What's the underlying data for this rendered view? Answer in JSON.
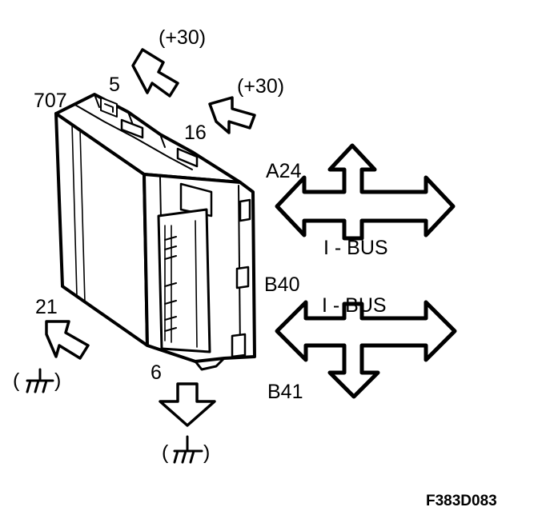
{
  "labels": {
    "pin_707": "707",
    "pin_5": "5",
    "pin_5_supply": "(+30)",
    "pin_16": "16",
    "pin_16_supply": "(+30)",
    "pin_a24": "A24",
    "pin_b40": "B40",
    "pin_b41": "B41",
    "pin_21": "21",
    "pin_6": "6",
    "bus_upper": "I - BUS",
    "bus_lower": "I - BUS",
    "figure_code": "F383D083"
  },
  "icons": {
    "ground_left": "ground-symbol",
    "ground_bottom": "ground-symbol",
    "arrow_in": "hollow-arrow",
    "bus_arrow": "four-way-arrow"
  },
  "colors": {
    "ink": "#000000",
    "paper": "#ffffff"
  }
}
